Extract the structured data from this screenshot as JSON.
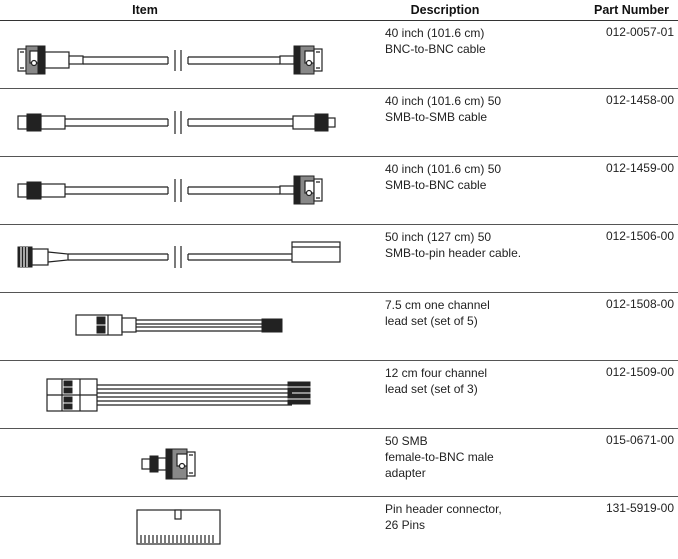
{
  "header": {
    "item": "Item",
    "description": "Description",
    "part_number": "Part Number"
  },
  "rows": [
    {
      "desc": [
        "40 inch (101.6 cm)",
        "BNC-to-BNC cable"
      ],
      "pn": "012-0057-01",
      "icon": "bnc-to-bnc-cable-icon"
    },
    {
      "desc": [
        "40 inch (101.6 cm) 50",
        "SMB-to-SMB cable"
      ],
      "pn": "012-1458-00",
      "icon": "smb-to-smb-cable-icon"
    },
    {
      "desc": [
        "40 inch (101.6 cm) 50",
        "SMB-to-BNC cable"
      ],
      "pn": "012-1459-00",
      "icon": "smb-to-bnc-cable-icon"
    },
    {
      "desc": [
        "50 inch (127 cm) 50",
        "SMB-to-pin header cable."
      ],
      "pn": "012-1506-00",
      "icon": "smb-to-pin-header-cable-icon"
    },
    {
      "desc": [
        "7.5 cm one channel",
        "lead set (set of 5)"
      ],
      "pn": "012-1508-00",
      "icon": "one-channel-lead-set-icon"
    },
    {
      "desc": [
        "12 cm four channel",
        "lead set (set of 3)"
      ],
      "pn": "012-1509-00",
      "icon": "four-channel-lead-set-icon"
    },
    {
      "desc": [
        "50   SMB",
        "female-to-BNC male",
        "adapter"
      ],
      "pn": "015-0671-00",
      "icon": "smb-to-bnc-adapter-icon"
    },
    {
      "desc": [
        "Pin header connector,",
        "26 Pins"
      ],
      "pn": "131-5919-00",
      "icon": "pin-header-connector-icon"
    }
  ]
}
